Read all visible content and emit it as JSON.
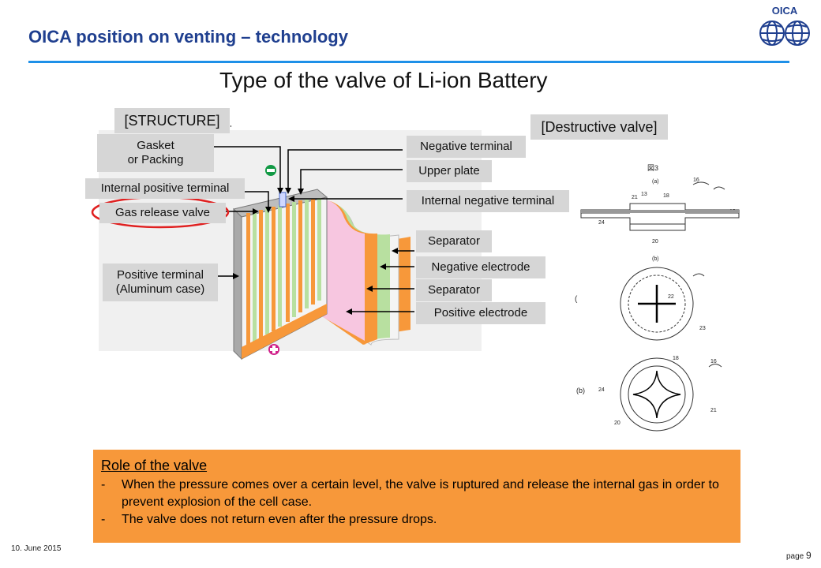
{
  "header": {
    "title": "OICA position on venting – technology",
    "logo_text": "OICA",
    "accent_color": "#1e90e8",
    "title_color": "#1f3f8f"
  },
  "slide": {
    "subtitle": "Type of the valve of Li-ion Battery"
  },
  "diagram": {
    "structure_label": "[STRUCTURE]",
    "destructive_label": "[Destructive valve]",
    "left_labels": {
      "gasket": [
        "Gasket",
        "or Packing"
      ],
      "internal_positive": "Internal positive terminal",
      "gas_release": "Gas release valve",
      "positive_terminal": [
        "Positive terminal",
        "(Aluminum case)"
      ]
    },
    "right_labels": {
      "negative_terminal": "Negative terminal",
      "upper_plate": "Upper plate",
      "internal_negative": "Internal negative terminal",
      "separator_1": "Separator",
      "negative_electrode": "Negative electrode",
      "separator_2": "Separator",
      "positive_electrode": "Positive electrode"
    },
    "patent": {
      "fig_label": "図3",
      "sub_a": "(a)",
      "sub_b": "(b)",
      "sub_b2": "(b)",
      "nums": {
        "n16": "16",
        "n21": "21",
        "n24": "24",
        "n18": "18",
        "n22": "22",
        "n23": "23",
        "n20": "20",
        "n13": "13",
        "n12": "12",
        "n16b": "16",
        "n18b": "18",
        "n24b": "24",
        "n21b": "21",
        "n20b": "20"
      }
    },
    "colors": {
      "label_bg": "#d6d6d6",
      "highlight": "#e02020",
      "case": "#c8c8c8",
      "orange": "#f7983a",
      "pink": "#f7c6e0",
      "green": "#b8e0a0"
    }
  },
  "role": {
    "heading": "Role of the valve",
    "bullets": [
      {
        "dash": "-",
        "text": "When the pressure comes over a certain level, the valve is ruptured and release the internal gas in order to prevent explosion of the cell case."
      },
      {
        "dash": "-",
        "text": "The valve does not return even after the pressure drops."
      }
    ]
  },
  "footer": {
    "date": "10. June 2015",
    "page_prefix": "page",
    "page_number": "9"
  }
}
